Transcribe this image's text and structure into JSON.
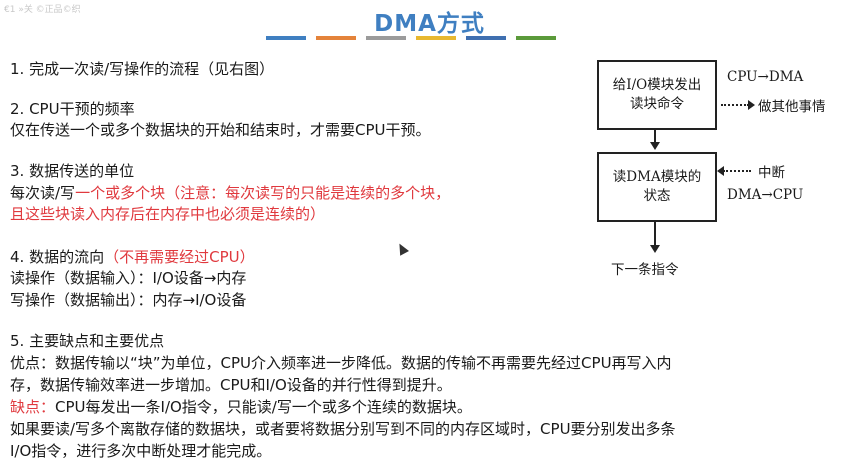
{
  "watermark": "€1 »关 ©正品©织",
  "title": "DMA方式",
  "colors": {
    "title": "#3f7fc1",
    "red": "#e0393e",
    "bar": [
      "#3f7fc1",
      "#e4833a",
      "#9b9b9b",
      "#e8b830",
      "#3f6fb0",
      "#5b9a3a"
    ]
  },
  "sections": {
    "s1": {
      "text": "1. 完成一次读/写操作的流程（见右图）"
    },
    "s2": {
      "heading": "2. CPU干预的频率",
      "line1": "仅在传送一个或多个数据块的开始和结束时，才需要CPU干预。"
    },
    "s3": {
      "heading": "3. 数据传送的单位",
      "line1_black": "每次读/写",
      "line1_red": "一个或多个块（注意：每次读写的只能是连续的多个块，",
      "line2_red": "且这些块读入内存后在内存中也必须是连续的）"
    },
    "s4": {
      "heading_black": "4. 数据的流向",
      "heading_red": "（不再需要经过CPU）",
      "read": "读操作（数据输入）：I/O设备→内存",
      "write": "写操作（数据输出）：内存→I/O设备"
    },
    "s5": {
      "heading": "5. 主要缺点和主要优点",
      "adv1": "优点：数据传输以“块”为单位，CPU介入频率进一步降低。数据的传输不再需要先经过CPU再写入内",
      "adv2": "存，数据传输效率进一步增加。CPU和I/O设备的并行性得到提升。",
      "dis_label": "缺点：",
      "dis_text": "CPU每发出一条I/O指令，只能读/写一个或多个连续的数据块。",
      "more1": "如果要读/写多个离散存储的数据块，或者要将数据分别写到不同的内存区域时，CPU要分别发出多条",
      "more2": "I/O指令，进行多次中断处理才能完成。"
    }
  },
  "flowchart": {
    "box1_l1": "给I/O模块发出",
    "box1_l2": "读块命令",
    "cpu_dma": "CPU→DMA",
    "do_other": "做其他事情",
    "box2_l1": "读DMA模块的",
    "box2_l2": "状态",
    "interrupt": "中断",
    "dma_cpu": "DMA→CPU",
    "next": "下一条指令"
  }
}
